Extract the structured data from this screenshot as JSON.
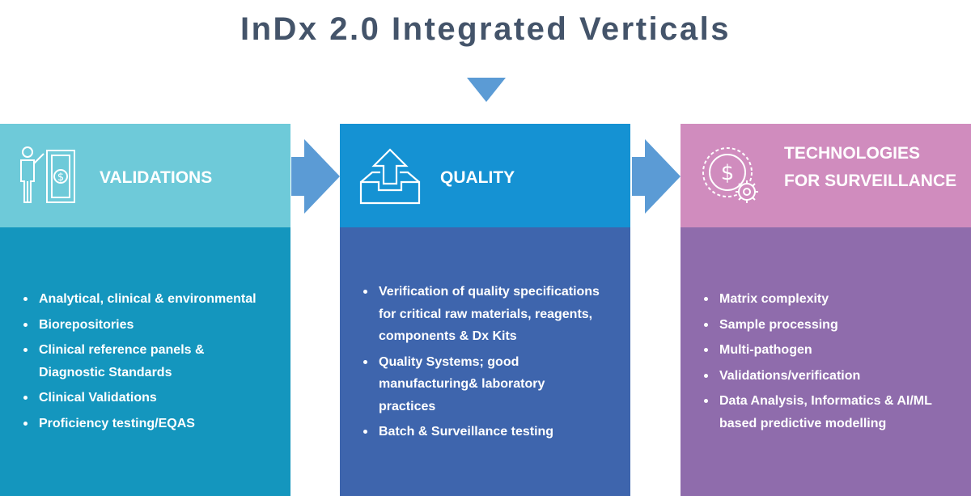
{
  "title": "InDx 2.0 Integrated Verticals",
  "colors": {
    "title": "#44546a",
    "validations_head": "#6ecad9",
    "validations_body": "#1496be",
    "quality_head": "#1592d3",
    "quality_body": "#3e65ad",
    "tech_head": "#d08cbe",
    "tech_body": "#8f6cac",
    "arrow": "#5b9bd5"
  },
  "columns": [
    {
      "icon": "presentation-money-icon",
      "heading": "VALIDATIONS",
      "items": [
        "Analytical, clinical & environmental",
        "Biorepositories",
        "Clinical reference panels & Diagnostic Standards",
        "Clinical Validations",
        "Proficiency testing/EQAS"
      ]
    },
    {
      "icon": "inbox-upload-icon",
      "heading": "QUALITY",
      "items": [
        "Verification of quality specifications for critical raw materials, reagents, components & Dx Kits",
        "Quality Systems; good manufacturing& laboratory practices",
        "Batch & Surveillance testing"
      ]
    },
    {
      "icon": "dollar-gear-icon",
      "heading_line1": "TECHNOLOGIES",
      "heading_line2": "FOR SURVEILLANCE",
      "items": [
        "Matrix complexity",
        "Sample processing",
        "Multi-pathogen",
        "Validations/verification",
        "Data Analysis, Informatics & AI/ML based predictive modelling"
      ]
    }
  ]
}
